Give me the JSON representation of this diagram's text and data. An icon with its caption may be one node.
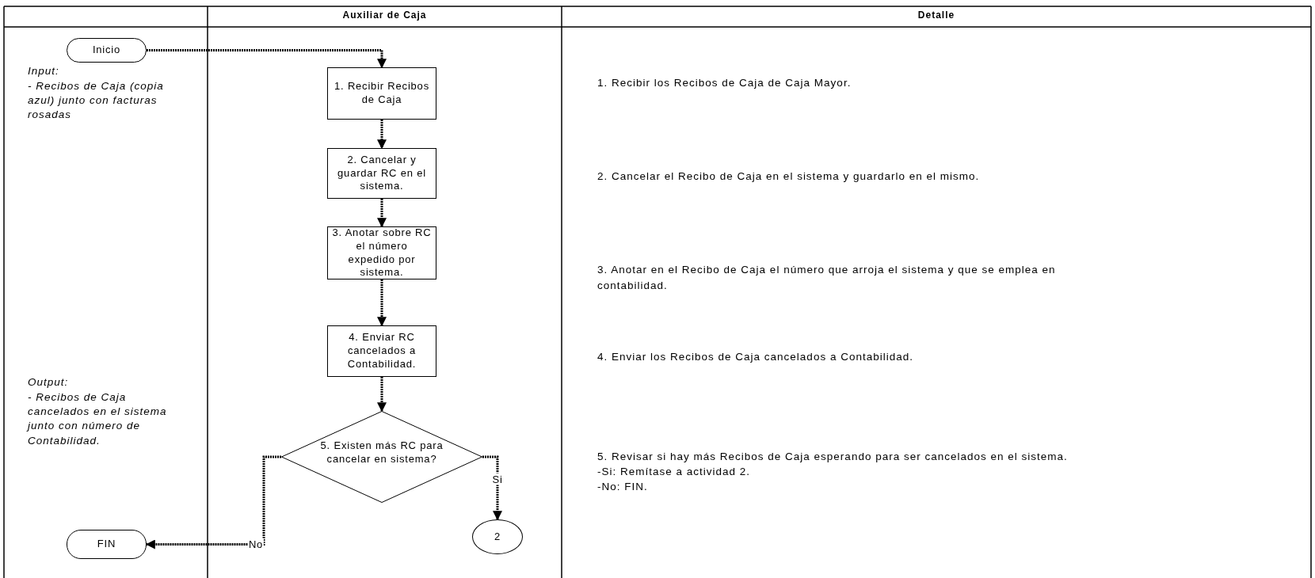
{
  "diagram": {
    "nodes": [
      {
        "text": [
          "Inicio"
        ]
      },
      {
        "text": [
          "1. Recibir Recibos de Caja"
        ]
      },
      {
        "text": [
          "2. Cancelar y guardar RC en el sistema."
        ]
      },
      {
        "text": [
          "3. Anotar sobre RC el número expedido por sistema."
        ]
      },
      {
        "text": [
          "4. Enviar RC cancelados a Contabilidad."
        ]
      },
      {
        "text": [
          "5. Existen más RC para cancelar en sistema?"
        ]
      },
      {
        "text": [
          "FIN"
        ]
      },
      {
        "text": [
          "2"
        ]
      }
    ],
    "edges": [
      {
        "from": 0,
        "to": 1,
        "arrow": "to"
      },
      {
        "from": 1,
        "to": 2,
        "arrow": "to"
      },
      {
        "from": 2,
        "to": 3,
        "arrow": "to"
      },
      {
        "from": 3,
        "to": 4,
        "arrow": "to"
      },
      {
        "from": 4,
        "to": 5,
        "arrow": "to"
      },
      {
        "from": 5,
        "to": 6,
        "arrow": "to",
        "label": "No"
      },
      {
        "from": 5,
        "to": 7,
        "arrow": "to",
        "label": "Si"
      }
    ],
    "labels": [
      "Auxiliar de Caja",
      "Detalle",
      "Input:",
      "- Recibos de Caja (copia azul) junto con facturas rosadas",
      "1. Recibir los Recibos de Caja de Caja Mayor.",
      "2. Cancelar el Recibo de Caja en el sistema y guardarlo en el mismo.",
      "3. Anotar en el Recibo de Caja el número que arroja el sistema y que se emplea en contabilidad.",
      "4. Enviar los Recibos de Caja cancelados a Contabilidad.",
      "Output:",
      "- Recibos de Caja cancelados en el sistema junto con número de Contabilidad.",
      "5. Revisar si hay más Recibos de Caja esperando para ser cancelados en el sistema.",
      "-Si: Remítase a actividad 2.",
      "-No: FIN."
    ]
  }
}
